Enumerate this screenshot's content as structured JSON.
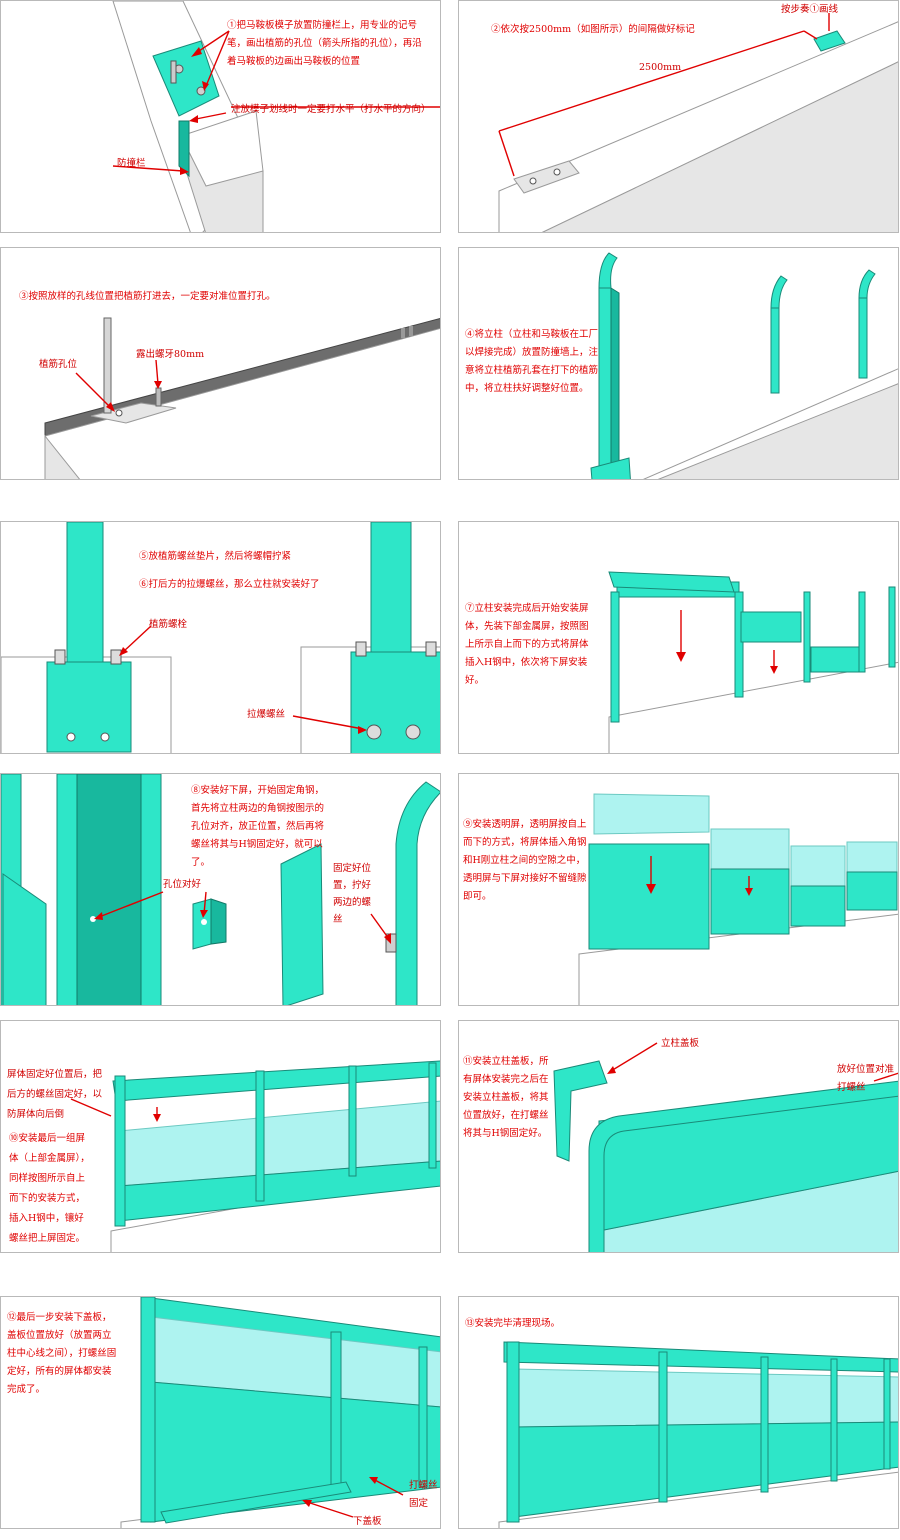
{
  "steps": [
    {
      "text": "①把马鞍板模子放置防撞栏上，用专业的记号笔，画出植筋的孔位（箭头所指的孔位），再沿着马鞍板的边画出马鞍板的位置",
      "labels": [
        "注放模子划线时一定要打水平（打水平的方向）",
        "防撞栏"
      ]
    },
    {
      "text": "②依次按2500mm（如图所示）的间隔做好标记",
      "labels": [
        "按步奏①画线",
        "2500mm"
      ]
    },
    {
      "text": "③按照放样的孔线位置把植筋打进去，一定要对准位置打孔。",
      "labels": [
        "植筋孔位",
        "露出螺牙80mm"
      ]
    },
    {
      "text": "④将立柱（立柱和马鞍板在工厂以焊接完成）放置防撞墙上，注意将立柱植筋孔套在打下的植筋中，将立柱扶好调整好位置。",
      "labels": []
    },
    {
      "text": "⑤放植筋螺丝垫片，然后将螺帽拧紧",
      "text2": "⑥打后方的拉爆螺丝，那么立柱就安装好了",
      "labels": [
        "植筋螺栓",
        "拉爆螺丝"
      ]
    },
    {
      "text": "⑦立柱安装完成后开始安装屏体，先装下部金属屏，按照图上所示自上而下的方式将屏体插入H钢中，依次将下屏安装好。",
      "labels": []
    },
    {
      "text": "⑧安装好下屏，开始固定角钢，首先将立柱两边的角钢按图示的孔位对齐，放正位置，然后再将螺丝将其与H钢固定好，就可以了。",
      "labels": [
        "孔位对好",
        "固定好位置，拧好两边的螺丝"
      ]
    },
    {
      "text": "⑨安装透明屏，透明屏按自上而下的方式，将屏体插入角钢和H刚立柱之间的空隙之中，透明屏与下屏对接好不留缝隙即可。",
      "labels": []
    },
    {
      "text": "⑩安装最后一组屏体（上部金属屏），同样按图所示自上而下的安装方式，插入H钢中，镶好螺丝把上屏固定。",
      "labels": [
        "屏体固定好位置后，把后方的螺丝固定好，以防屏体向后倒"
      ]
    },
    {
      "text": "⑪安装立柱盖板，所有屏体安装完之后在安装立柱盖板，将其位置放好，在打螺丝将其与H钢固定好。",
      "labels": [
        "立柱盖板",
        "放好位置对准打螺丝"
      ]
    },
    {
      "text": "⑫最后一步安装下盖板，盖板位置放好（放置两立柱中心线之间），打螺丝固定好，所有的屏体都安装完成了。",
      "labels": [
        "打螺丝固定",
        "下盖板"
      ]
    },
    {
      "text": "⑬安装完毕清理现场。",
      "labels": []
    }
  ],
  "colors": {
    "panel_green": "#2ee6c8",
    "glass": "#aef3f0",
    "annotation_red": "#e00000",
    "border": "#b9b9b9"
  }
}
